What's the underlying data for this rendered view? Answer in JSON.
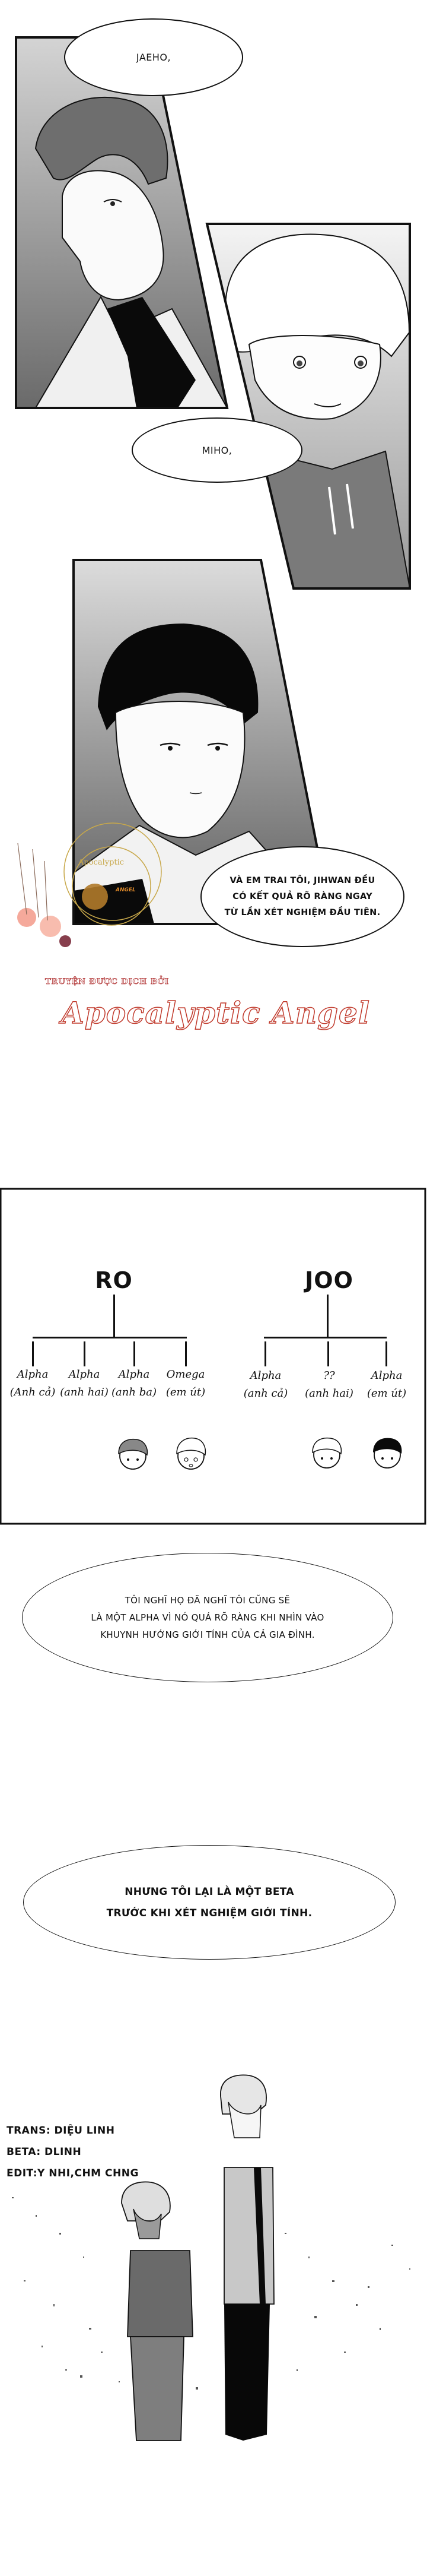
{
  "page": {
    "background": "#ffffff",
    "ink_color": "#111111",
    "watermark_color": "#c0392b",
    "watermark_gold": "#c8a84a"
  },
  "panels": {
    "panel1": {
      "description": "man in profile, dark hair, loosened tie"
    },
    "panel2": {
      "description": "light-haired boy smiling, gray hoodie with drawstrings"
    },
    "panel3": {
      "description": "young man with black hair, front view"
    },
    "final": {
      "description": "two figures standing back to back with scattered particles"
    }
  },
  "bubbles": [
    {
      "id": "jaeho",
      "lines": [
        "JAEHO,"
      ]
    },
    {
      "id": "miho",
      "lines": [
        "MIHO,"
      ]
    },
    {
      "id": "jihwan",
      "lines": [
        "VÀ EM TRAI TÔI, JIHWAN ĐỀU",
        "CÓ KẾT QUẢ RÕ RÀNG NGAY",
        "TỪ LẦN XÉT NGHIỆM ĐẦU TIÊN."
      ]
    },
    {
      "id": "thought",
      "lines": [
        "TÔI NGHĨ HỌ ĐÃ NGHĨ TÔI CŨNG SẼ",
        "LÀ MỘT ALPHA VÌ NÓ QUÁ RÕ RÀNG KHI NHÌN VÀO",
        "KHUYNH HƯỚNG GIỚI TÍNH CỦA CẢ GIA ĐÌNH."
      ]
    },
    {
      "id": "beta",
      "lines": [
        "NHƯNG TÔI LẠI LÀ MỘT BETA",
        "TRƯỚC KHI XÉT NGHIỆM GIỚI TÍNH."
      ]
    }
  ],
  "watermark": {
    "badge_text": "Apocalyptic",
    "badge_sub": "ANGEL",
    "credit_line": "TRUYỆN ĐƯỢC DỊCH BỞI",
    "group_name": "Apocalyptic Angel"
  },
  "family_tree": {
    "families": [
      {
        "name": "RO",
        "members": [
          {
            "gender": "Alpha",
            "role": "(Anh cả)"
          },
          {
            "gender": "Alpha",
            "role": "(anh hai)"
          },
          {
            "gender": "Alpha",
            "role": "(anh ba)"
          },
          {
            "gender": "Omega",
            "role": "(em út)"
          }
        ]
      },
      {
        "name": "JOO",
        "members": [
          {
            "gender": "Alpha",
            "role": "(anh cả)"
          },
          {
            "gender": "??",
            "role": "(anh hai)"
          },
          {
            "gender": "Alpha",
            "role": "(em út)"
          }
        ]
      }
    ]
  },
  "credits": {
    "trans": "TRANS: DIỆU LINH",
    "beta": "BETA: DLINH",
    "edit": "EDIT:Y NHI,CHM CHNG"
  }
}
